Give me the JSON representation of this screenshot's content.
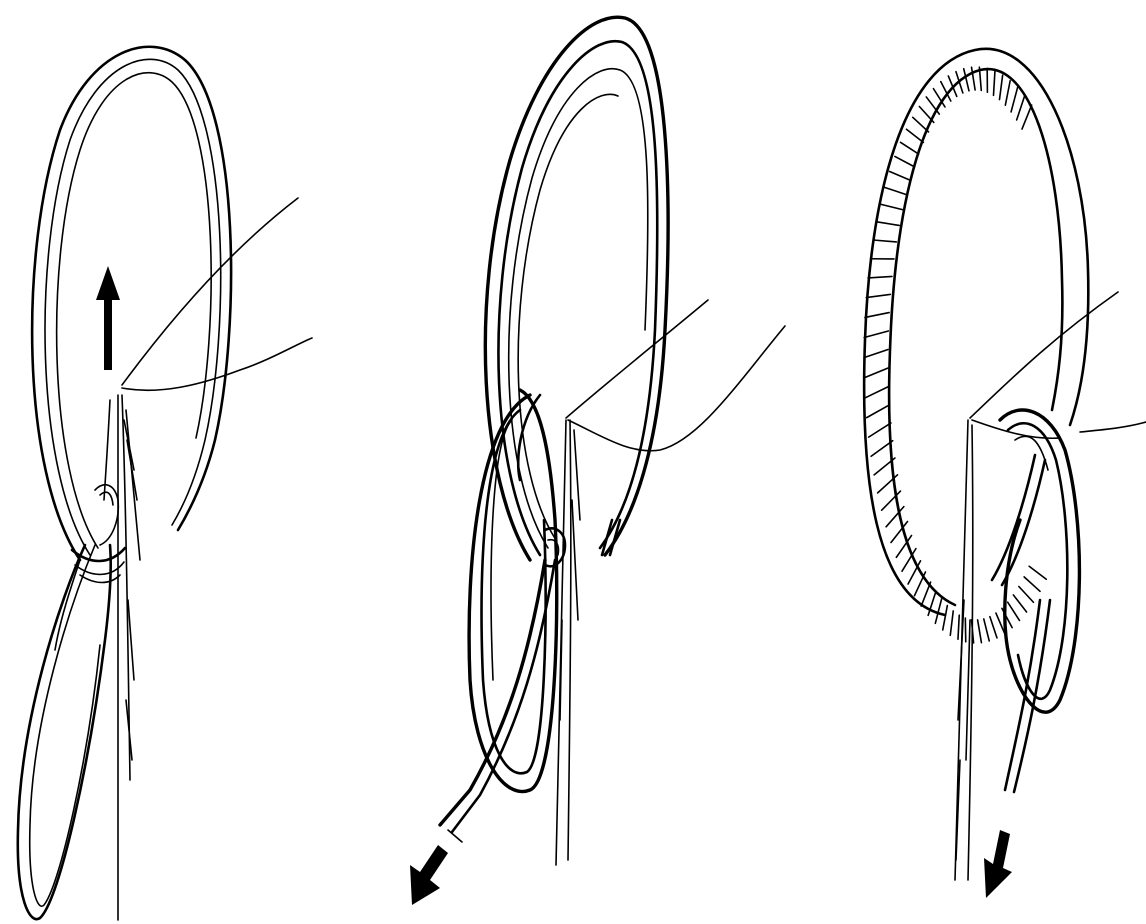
{
  "figure": {
    "panels": [
      {
        "id": "panel-1",
        "arrow": "up-arrow-icon"
      },
      {
        "id": "panel-2",
        "arrow": "down-left-arrow-icon"
      },
      {
        "id": "panel-3",
        "arrow": "down-left-arrow-icon"
      }
    ],
    "colors": {
      "ink": "#000000",
      "background": "#ffffff"
    }
  }
}
